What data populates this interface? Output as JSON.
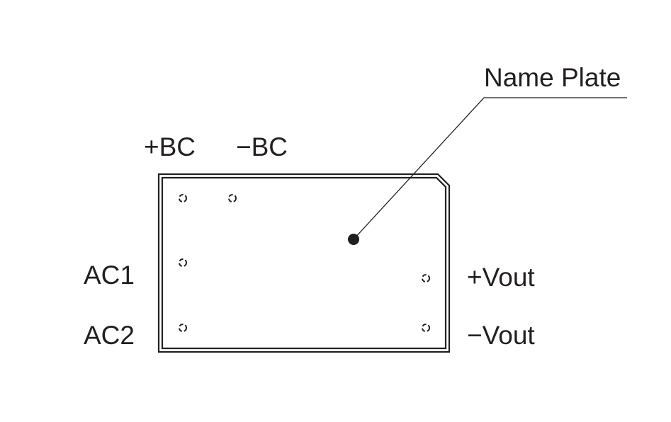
{
  "labels": {
    "name_plate": "Name Plate",
    "plus_bc": "+BC",
    "minus_bc": "−BC",
    "ac1": "AC1",
    "ac2": "AC2",
    "plus_vout": "+Vout",
    "minus_vout": "−Vout"
  },
  "colors": {
    "line": "#231f20",
    "background": "#ffffff"
  }
}
